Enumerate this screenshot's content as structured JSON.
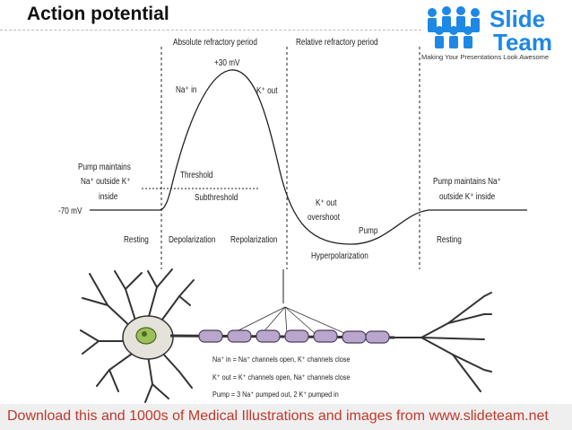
{
  "title": "Action potential",
  "logo": {
    "word1": "Slide",
    "word2": "Team",
    "tagline": "Making Your Presentations Look Awesome"
  },
  "phases": {
    "absolute": "Absolute refractory period",
    "relative": "Relative refractory period"
  },
  "labels": {
    "peak": "+30 mV",
    "na_in": "Na⁺ in",
    "k_out": "K⁺ out",
    "threshold": "Threshold",
    "subthreshold": "Subthreshold",
    "resting_mv": "-70 mV",
    "pump_left_1": "Pump maintains",
    "pump_left_2": "Na⁺ outside K⁺",
    "pump_left_3": "inside",
    "k_overshoot_1": "K⁺ out",
    "k_overshoot_2": "overshoot",
    "pump": "Pump",
    "hyperpolarization": "Hyperpolarization",
    "pump_right_1": "Pump maintains Na⁺",
    "pump_right_2": "outside K⁺ inside"
  },
  "stages": {
    "resting_left": "Resting",
    "depolarization": "Depolarization",
    "repolarization": "Repolarization",
    "resting_right": "Resting"
  },
  "legend": [
    "Na⁺ in = Na⁺ channels open, K⁺ channels close",
    "K⁺ out = K⁺ channels open, Na⁺ channels close",
    "Pump = 3 Na⁺ pumped out, 2 K⁺ pumped in"
  ],
  "footer": "Download this and 1000s of Medical Illustrations and images from www.slideteam.net",
  "colors": {
    "logo_blue": "#1e88e5",
    "myelin": "#b8a6cc",
    "soma": "#e4e2da",
    "nucleus": "#9bbf5a",
    "footer_text": "#c0392b"
  }
}
